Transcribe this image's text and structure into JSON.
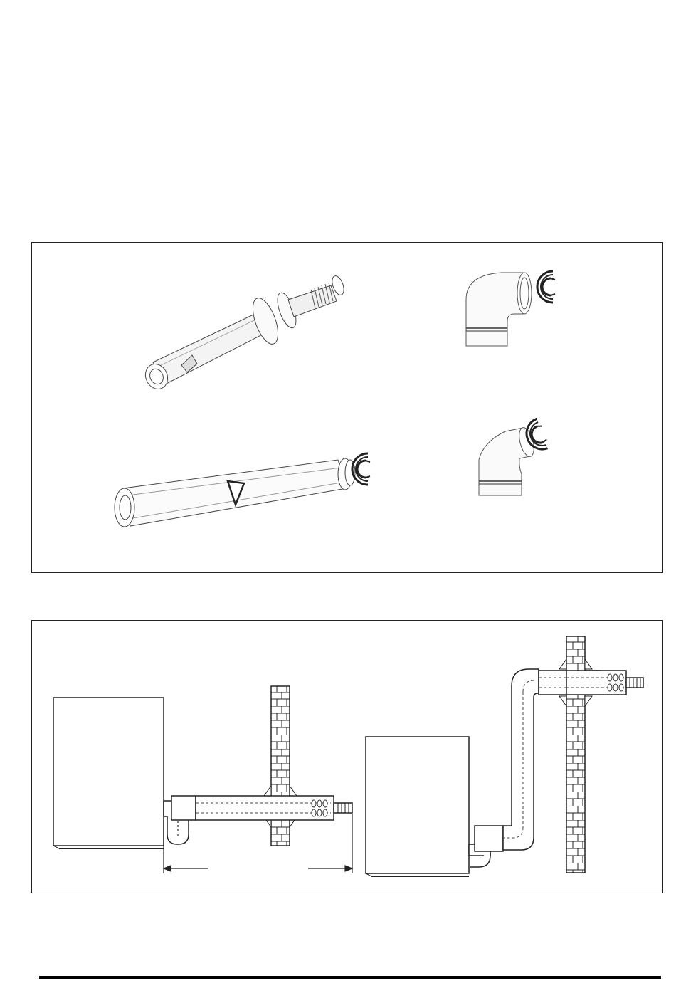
{
  "colors": {
    "line": "#222222",
    "light_line": "#777777",
    "brick_fill": "#ffffff",
    "rule": "#000000"
  },
  "panels": {
    "components": {
      "items": [
        {
          "name": "horizontal-flue-terminal-kit",
          "icon": "flue-terminal-icon"
        },
        {
          "name": "90-degree-bend",
          "icon": "elbow-90-icon"
        },
        {
          "name": "extension-pipe",
          "icon": "extension-pipe-icon"
        },
        {
          "name": "45-degree-bend",
          "icon": "elbow-45-icon"
        }
      ],
      "clip_icon": "c-clip-icon"
    },
    "installation": {
      "diagrams": [
        {
          "name": "horizontal-flue-through-wall",
          "icon": "boiler-icon"
        },
        {
          "name": "flue-with-bends-through-wall",
          "icon": "boiler-icon"
        }
      ]
    }
  }
}
